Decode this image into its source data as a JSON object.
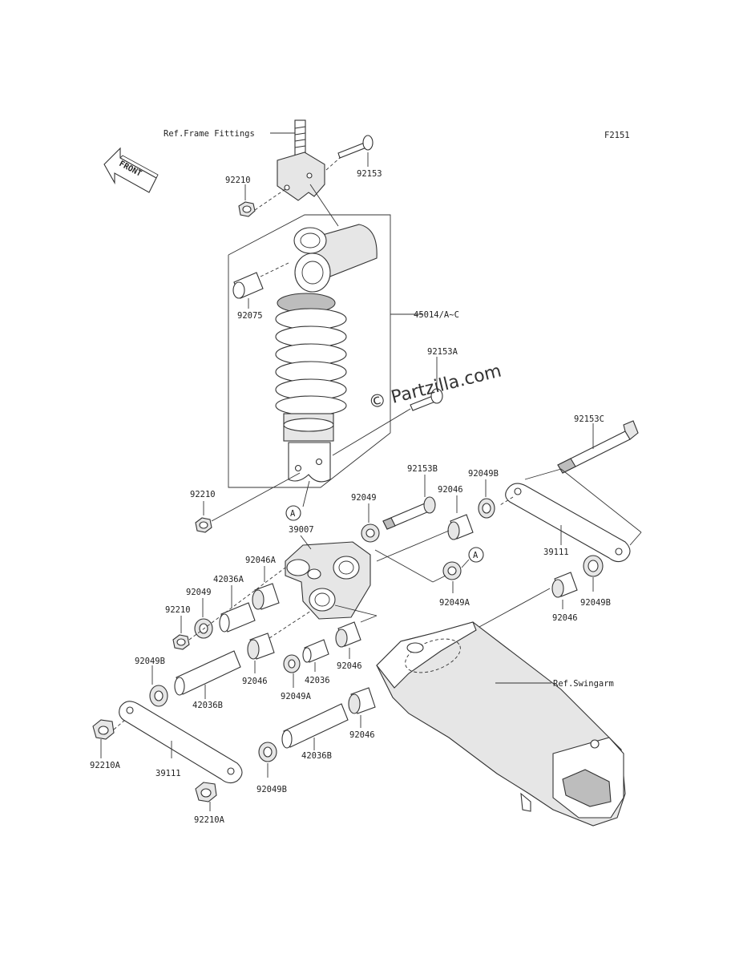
{
  "figure_code": "F2151",
  "watermark": "© Partzilla.com",
  "front_badge": "FRONT",
  "ref_labels": {
    "frame_fittings": "Ref.Frame Fittings",
    "swingarm": "Ref.Swingarm"
  },
  "callout": "A",
  "labels": {
    "p92210_top": "92210",
    "p92153": "92153",
    "p92075": "92075",
    "p45014": "45014/A~C",
    "p92153A": "92153A",
    "p92153C": "92153C",
    "p92210_mid": "92210",
    "p92153B": "92153B",
    "p92049B_top": "92049B",
    "p92049_top": "92049",
    "p92046_top": "92046",
    "p39007": "39007",
    "p39111_right": "39111",
    "p92046A": "92046A",
    "p42036A": "42036A",
    "p92049_left": "92049",
    "p92049A_right": "92049A",
    "p92049B_right": "92049B",
    "p92210_left": "92210",
    "p92046_right": "92046",
    "p92049B_left": "92049B",
    "p92046_center": "92046",
    "p92046_b1": "92046",
    "p92049A_low": "92049A",
    "p42036_low": "42036",
    "p42036B_left": "42036B",
    "p92046_b2": "92046",
    "p42036B_low": "42036B",
    "p92210A_left": "92210A",
    "p39111_left": "39111",
    "p92049B_low": "92049B",
    "p92210A_low": "92210A"
  }
}
